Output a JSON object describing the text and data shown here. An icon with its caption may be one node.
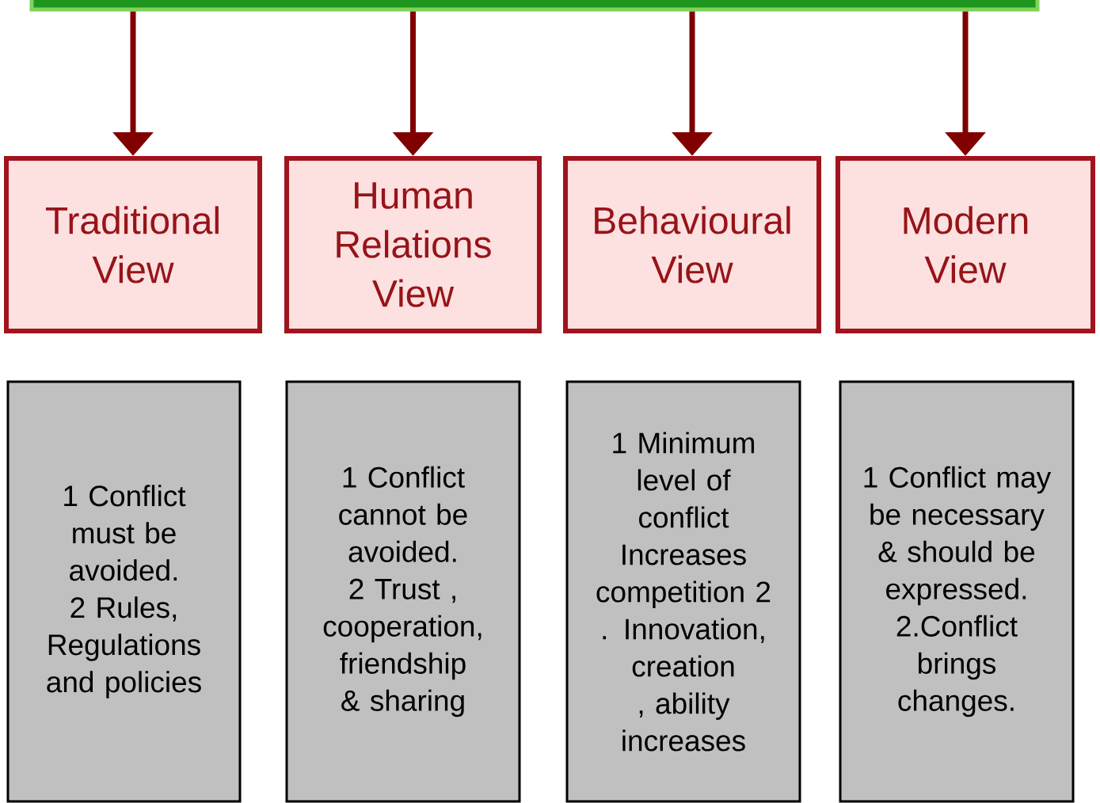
{
  "diagram": {
    "nodes": [
      {
        "text": [],
        "shape": "bar"
      },
      {
        "text": [
          "Traditional View"
        ]
      },
      {
        "text": [
          "Human Relations View"
        ]
      },
      {
        "text": [
          "Behavioural View"
        ]
      },
      {
        "text": [
          "Modern View"
        ]
      },
      {
        "text": [
          "1 Conflict must be avoided. 2 Rules, Regulations and policies"
        ]
      },
      {
        "text": [
          "1 Conflict cannot be avoided. 2 Trust , cooperation, friendship & sharing"
        ]
      },
      {
        "text": [
          "1 Minimum level of conflict Increases competition 2 . Innovation, creation , ability increases"
        ]
      },
      {
        "text": [
          "1 Conflict may be necessary & should be expressed. 2.Conflict brings changes."
        ]
      }
    ],
    "edges": [
      {
        "from": 0,
        "to": 1,
        "arrow": "to"
      },
      {
        "from": 0,
        "to": 2,
        "arrow": "to"
      },
      {
        "from": 0,
        "to": 3,
        "arrow": "to"
      },
      {
        "from": 0,
        "to": 4,
        "arrow": "to"
      }
    ]
  }
}
